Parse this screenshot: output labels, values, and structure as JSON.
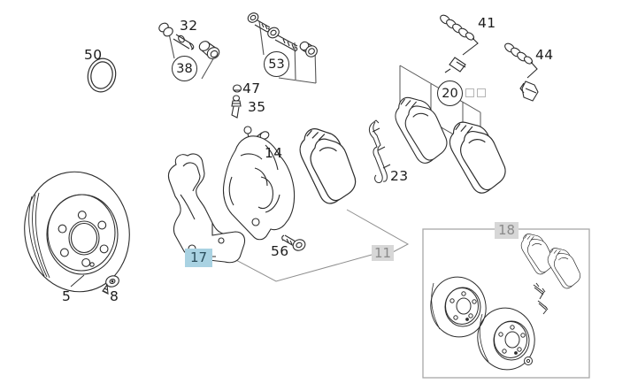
{
  "diagram": {
    "kind": "brake-system-exploded-parts-diagram",
    "colors": {
      "line": "#2d2d2d",
      "leader": "#8f8f8f",
      "box_border": "#a8a8a8",
      "highlight_blue_bg": "#a9d2e2",
      "highlight_blue_text": "#2c4e5c",
      "gray_badge_bg": "#d7d7d7",
      "gray_badge_text": "#8a8a8a"
    },
    "labels": {
      "l50": {
        "text": "50",
        "style": "plain"
      },
      "l32": {
        "text": "32",
        "style": "plain"
      },
      "l38": {
        "text": "38",
        "style": "circled"
      },
      "l53": {
        "text": "53",
        "style": "circled"
      },
      "l47": {
        "text": "47",
        "style": "plain"
      },
      "l35": {
        "text": "35",
        "style": "plain"
      },
      "l41": {
        "text": "41",
        "style": "plain"
      },
      "l44": {
        "text": "44",
        "style": "plain"
      },
      "l20": {
        "text": "20",
        "style": "circled",
        "quantity_boxes": 2
      },
      "l14": {
        "text": "14",
        "style": "plain"
      },
      "l23": {
        "text": "23",
        "style": "plain"
      },
      "l5": {
        "text": "5",
        "style": "plain"
      },
      "l8": {
        "text": "8",
        "style": "plain"
      },
      "l17": {
        "text": "17",
        "style": "badge",
        "highlighted": true
      },
      "l56": {
        "text": "56",
        "style": "plain"
      },
      "l11": {
        "text": "11",
        "style": "badge",
        "dimmed": true
      },
      "l18": {
        "text": "18",
        "style": "badge",
        "dimmed": true
      }
    }
  }
}
